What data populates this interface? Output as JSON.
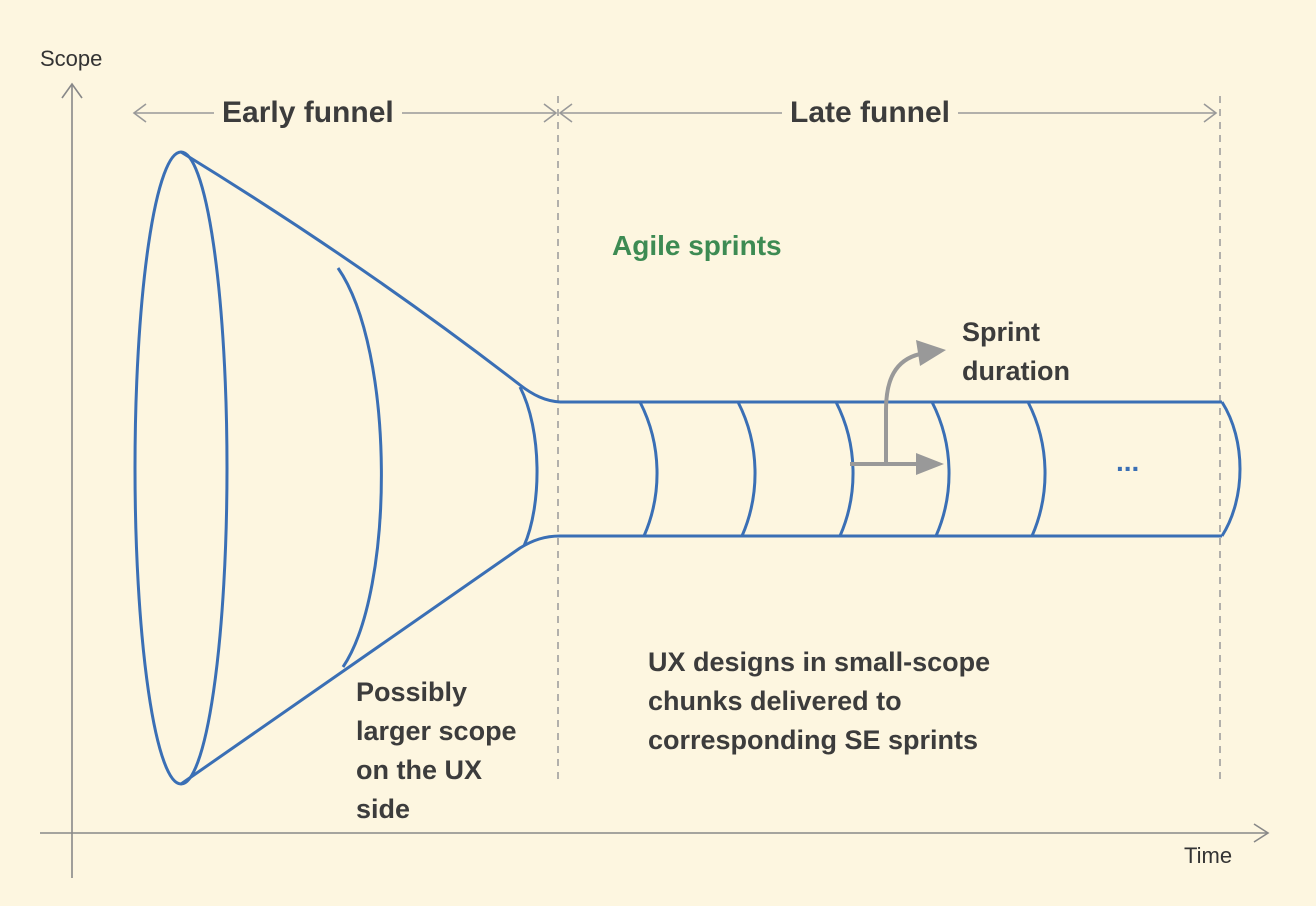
{
  "axes": {
    "y_label": "Scope",
    "x_label": "Time"
  },
  "phases": {
    "early": "Early funnel",
    "late": "Late funnel"
  },
  "labels": {
    "agile": "Agile sprints",
    "sprint_duration": "Sprint\nduration",
    "ellipsis": "...",
    "ux_side": "Possibly\nlarger scope\non the UX\nside",
    "chunks": "UX designs in small-scope\nchunks delivered to\ncorresponding SE sprints"
  },
  "colors": {
    "background": "#fdf6e0",
    "funnel_stroke": "#3a6fb5",
    "arrow_gray": "#999999",
    "axis_gray": "#888888",
    "text": "#3c3c3c",
    "agile_green": "#3d8b53"
  }
}
